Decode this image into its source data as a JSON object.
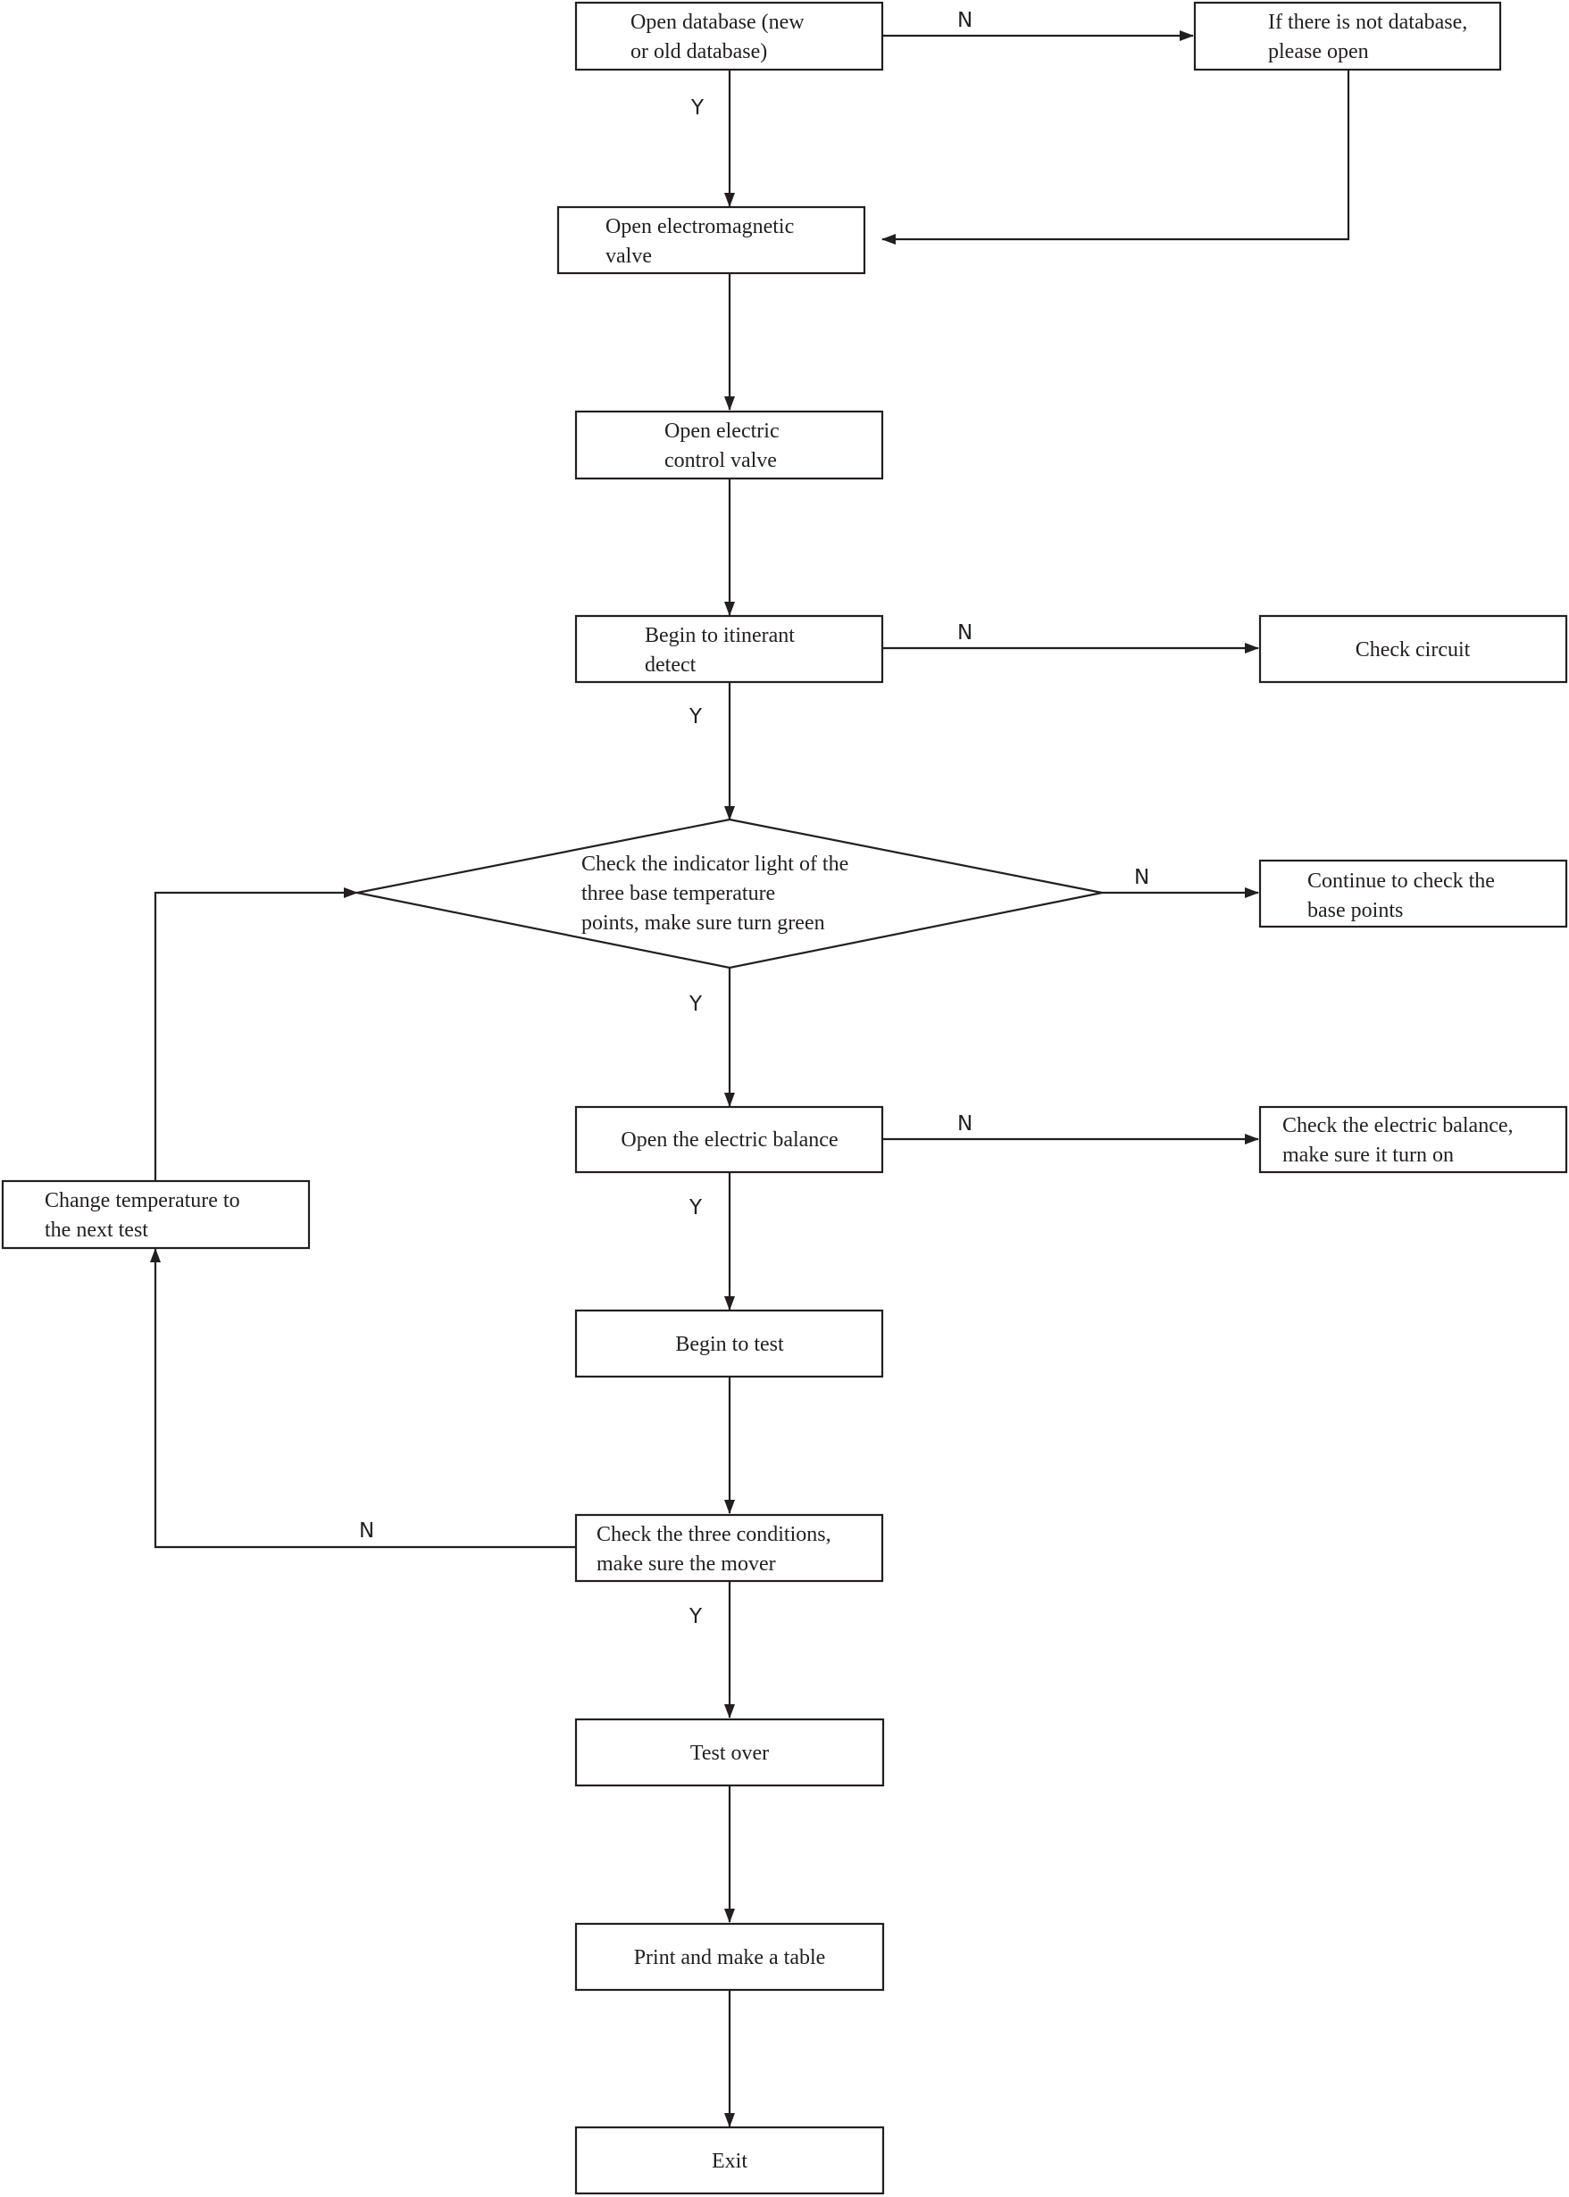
{
  "nodes": {
    "open_db": [
      "Open database (new",
      "or old database)"
    ],
    "no_db": [
      "If there is not database,",
      "please open"
    ],
    "em_valve": [
      "Open electromagnetic",
      "valve"
    ],
    "ec_valve": [
      "Open electric",
      "control valve"
    ],
    "itinerant": [
      "Begin to itinerant",
      "detect"
    ],
    "check_circuit": [
      "Check circuit"
    ],
    "indicator": [
      "Check the indicator light of the",
      "three base temperature",
      "points, make sure turn green"
    ],
    "base_points": [
      "Continue to check the",
      "base points"
    ],
    "balance": [
      "Open the electric balance"
    ],
    "check_balance": [
      "Check the electric balance,",
      "make sure it turn on"
    ],
    "change_temp": [
      "Change temperature to",
      "the next test"
    ],
    "begin_test": [
      "Begin to test"
    ],
    "three_conditions": [
      "Check the three conditions,",
      "make sure the mover"
    ],
    "test_over": [
      "Test over"
    ],
    "print": [
      "Print and make a table"
    ],
    "exit": [
      "Exit"
    ]
  },
  "edge_labels": {
    "yes": "Y",
    "no": "N"
  }
}
